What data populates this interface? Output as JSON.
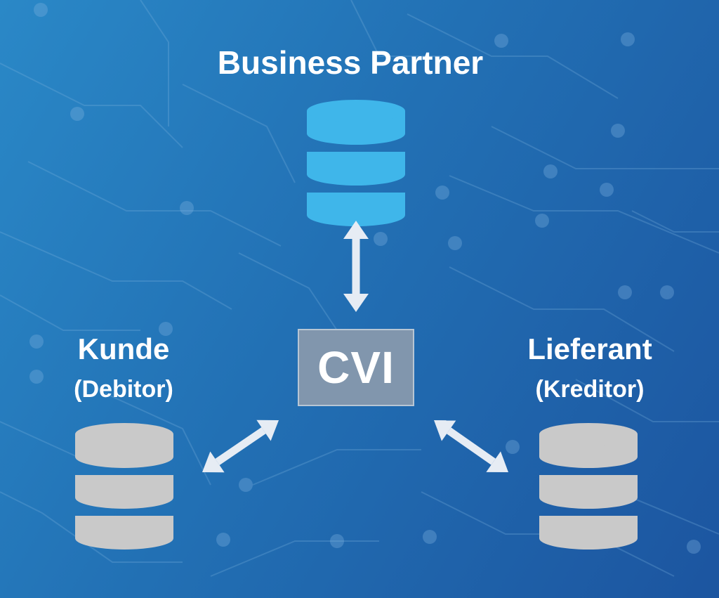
{
  "business_partner": {
    "title": "Business Partner",
    "color": "#3fb6ea"
  },
  "cvi": {
    "label": "CVI"
  },
  "kunde": {
    "title": "Kunde",
    "subtitle": "(Debitor)",
    "color": "#c9c9c9"
  },
  "lieferant": {
    "title": "Lieferant",
    "subtitle": "(Kreditor)",
    "color": "#c9c9c9"
  },
  "colors": {
    "arrow": "#e6ecf4",
    "background_start": "#2a88c7",
    "background_end": "#1c55a0"
  }
}
